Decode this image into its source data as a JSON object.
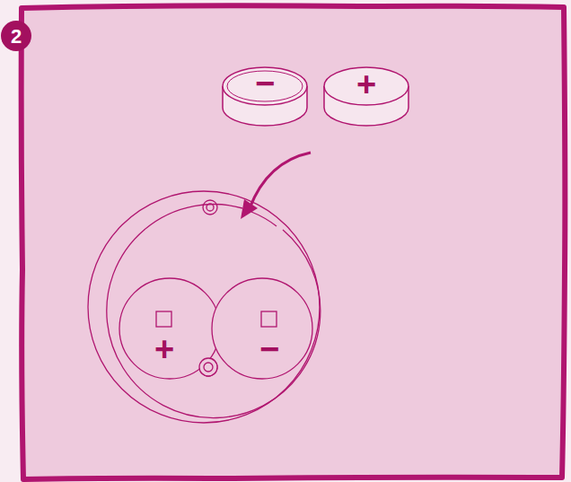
{
  "diagram": {
    "labels": [
      "2",
      "−",
      "+",
      "+",
      "−"
    ]
  }
}
